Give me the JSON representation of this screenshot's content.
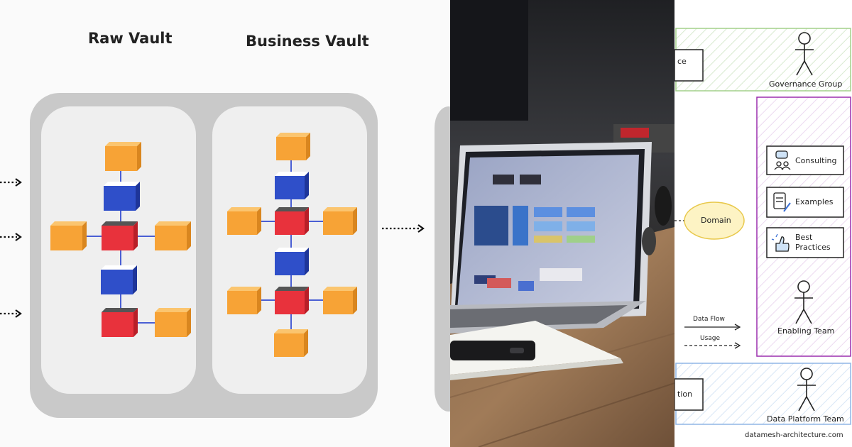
{
  "left_diagram": {
    "raw_vault_title": "Raw Vault",
    "business_vault_title": "Business Vault"
  },
  "right_diagram": {
    "governance_box_partial": "ce",
    "governance_group": "Governance Group",
    "domain": "Domain",
    "consulting": "Consulting",
    "examples": "Examples",
    "best_practices_line1": "Best",
    "best_practices_line2": "Practices",
    "enabling_team": "Enabling Team",
    "data_flow": "Data Flow",
    "usage": "Usage",
    "platform_box_partial": "tion",
    "data_platform_team": "Data Platform Team",
    "site": "datamesh-architecture.com"
  },
  "colors": {
    "hub": "#e8323c",
    "link": "#2f4fc9",
    "satellite": "#f7a336",
    "link_line": "#4a5fd4",
    "governance_border": "#a3d08a",
    "enabling_border": "#9b2fae",
    "platform_border": "#8fb5e6",
    "domain_fill": "#fdf3c4"
  }
}
